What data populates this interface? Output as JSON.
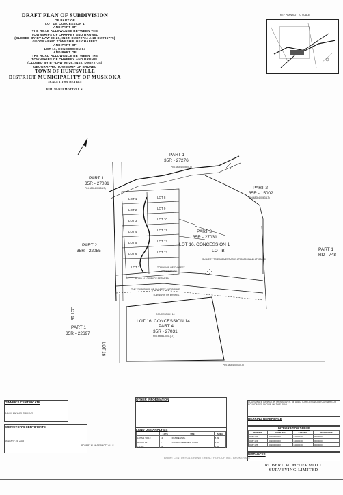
{
  "title_block": {
    "heading": "DRAFT PLAN OF SUBDIVISION",
    "desc_lines": [
      "OF PART OF",
      "LOT 16, CONCESSION 1",
      "AND PART OF",
      "THE ROAD ALLOWANCE BETWEEN THE",
      "TOWNSHIPS OF CHAFFEY AND BRUNEL",
      "(CLOSED BY BY-LAW 93-26, INST. DM272724 AND DM736775)",
      "GEOGRAPHIC TOWNSHIP OF CHAFFEY",
      "AND PART OF",
      "LOT 16, CONCESSION 14",
      "AND PART OF",
      "THE ROAD ALLOWANCE BETWEEN THE",
      "TOWNSHIPS OF CHAFFEY AND BRUNEL",
      "(CLOSED BY BY-LAW 93-26, INST. DM272724)",
      "GEOGRAPHIC TOWNSHIP OF BRUNEL"
    ],
    "town": "TOWN OF HUNTSVILLE",
    "district": "DISTRICT MUNICIPALITY OF MUSKOKA",
    "scale": "SCALE 1:1000 METRES",
    "surveyor_line": "R.M. McDERMOTT O.L.S."
  },
  "key_plan": {
    "label": "KEY PLAN NOT TO SCALE"
  },
  "plan_labels": {
    "part1_top": "PART 1",
    "ref_35r_27276": "35R - 27276",
    "pin_top": "PIN 48084-0050(LT)",
    "part1_left": "PART 1",
    "ref_35r_27031_left": "35R - 27031",
    "pin_left": "PIN 48084-0065(LT)",
    "part2_left": "PART 2",
    "ref_35r_22055": "35R - 22055",
    "part2_right": "PART 2",
    "ref_35r_15002": "35R - 15002",
    "pin_right": "PIN 48084-0063(LT)",
    "part3": "PART 3",
    "ref_35r_27031_mid": "35R - 27031",
    "lot16_con1": "LOT 16, CONCESSION 1",
    "part1_rd": "PART 1",
    "rd_748": "RD - 748",
    "lot_b": "LOT B",
    "easement": "SUBJECT TO EASEMENT AS IN AT0000000 AND AT0000000",
    "twp_chaffey": "TOWNSHIP OF CHAFFEY",
    "concession1": "CONCESSION 1",
    "road_allowance": "ROAD ALLOWANCE BETWEEN",
    "twp_chaffey_brunel": "THE TOWNSHIPS OF CHAFFEY AND BRUNEL",
    "twp_brunel": "TOWNSHIP OF BRUNEL",
    "concession14": "CONCESSION 14",
    "lot16_con14": "LOT 16, CONCESSION 14",
    "part4": "PART 4",
    "ref_35r_27031_low": "35R - 27031",
    "pin_low": "PIN 48084-0041(LT)",
    "part1_lower": "PART 1",
    "ref_35r_22697": "35R - 22697",
    "lot15": "LOT 15",
    "lot16_vert": "LOT 16",
    "pin_bottom": "PIN 48084-0043(LT)",
    "lot_labels": [
      "LOT 1",
      "LOT 2",
      "LOT 3",
      "LOT 4",
      "LOT 5",
      "LOT 6",
      "LOT 7",
      "LOT 8",
      "LOT 9",
      "LOT 10",
      "LOT 11",
      "LOT 12",
      "LOT 13"
    ]
  },
  "owners_certificate": {
    "title": "OWNER'S CERTIFICATE",
    "signer": "RANDY MICHAEL DARLING"
  },
  "surveyors_certificate": {
    "title": "SURVEYOR'S CERTIFICATE",
    "date": "JANUARY 24, 2023",
    "signer": "ROBERT M. McDERMOTT O.L.S."
  },
  "other_information": {
    "title": "OTHER INFORMATION"
  },
  "land_use_table": {
    "title": "LAND USE ANALYSIS",
    "headers": [
      "",
      "LOTS",
      "USE",
      "AREA"
    ],
    "rows": [
      [
        "LOTS 1 TO 13",
        "13",
        "RESIDENTIAL",
        "8.09"
      ],
      [
        "BLOCK 14",
        "1",
        "COMMON ELEMENT ROAD",
        "0.47"
      ],
      [
        "TOTAL",
        "14",
        "",
        "8.56"
      ]
    ]
  },
  "coordinate_note": "COORDINATE CANNOT, IN THEMSELVES, BE USED TO RE-ESTABLISH CORNERS OR BOUNDARIES SHOWN ON THIS PLAN.",
  "bearing_reference": {
    "title": "BEARING REFERENCE"
  },
  "integration_table": {
    "title": "INTEGRATION TABLE",
    "headers": [
      "POINT ID",
      "NORTHING",
      "EASTING",
      "REFERENCE"
    ],
    "rows": [
      [
        "ORP 123",
        "5020000.000",
        "640000.00",
        "0000000"
      ],
      [
        "ORP 124",
        "5020000.000",
        "640000.00",
        "0000000"
      ],
      [
        "ORP 125",
        "5020000.000",
        "640000.00",
        "0000000"
      ]
    ]
  },
  "distances": {
    "title": "DISTANCES"
  },
  "firm": {
    "name_line1": "ROBERT M. McDERMOTT",
    "name_line2": "SURVEYING LIMITED"
  },
  "watermark": "Broker: CENTURY 21 GRANITE REALTY GROUP INC., BROKERAGE"
}
